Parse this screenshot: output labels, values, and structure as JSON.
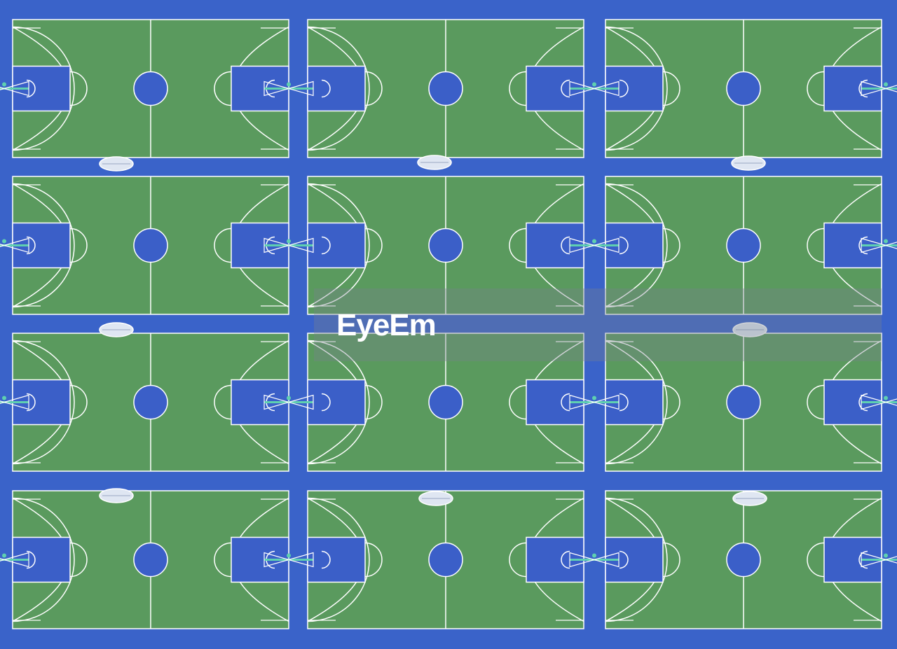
{
  "scene": {
    "description_type": "aerial-basketball-courts",
    "rows": 4,
    "cols": 3,
    "colors": {
      "surround": "#3a63c9",
      "court": "#5a9a5e",
      "key": "#3b5fc8",
      "line": "#ffffff",
      "hoop_stand": "#5fd0b0"
    }
  },
  "watermark": {
    "text": "EyeEm"
  }
}
